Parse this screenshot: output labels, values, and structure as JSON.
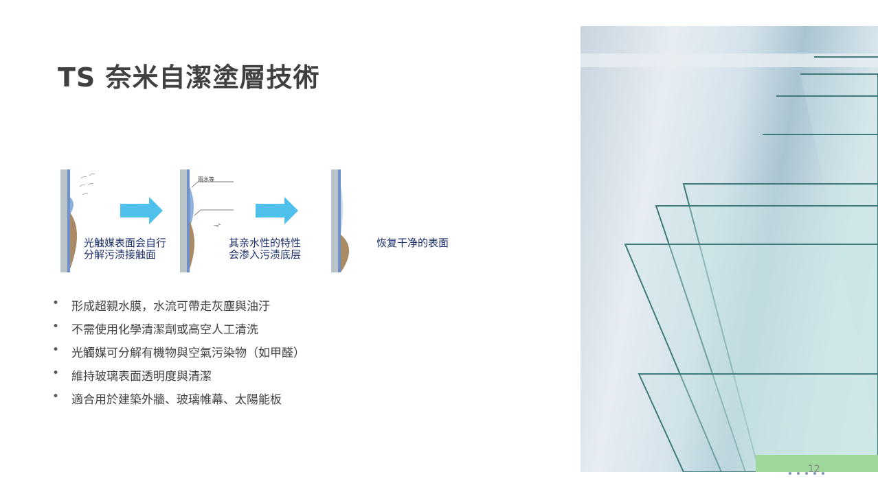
{
  "title": "TS 奈米自潔塗層技術",
  "diagram": {
    "step1_caption_line1": "光触媒表面会自行",
    "step1_caption_line2": "分解污渍接触面",
    "step2_label": "雨水等",
    "step2_caption_line1": "其亲水性的特性",
    "step2_caption_line2": "会渗入污渍底层",
    "step3_caption": "恢复干净的表面",
    "arrow_color": "#4fc0ec"
  },
  "bullets": [
    "形成超親水膜，水流可帶走灰塵與油汙",
    "不需使用化學清潔劑或高空人工清洗",
    "光觸媒可分解有機物與空氣污染物（如甲醛）",
    "維持玻璃表面透明度與清潔",
    "適合用於建築外牆、玻璃帷幕、太陽能板"
  ],
  "page_number": "12"
}
